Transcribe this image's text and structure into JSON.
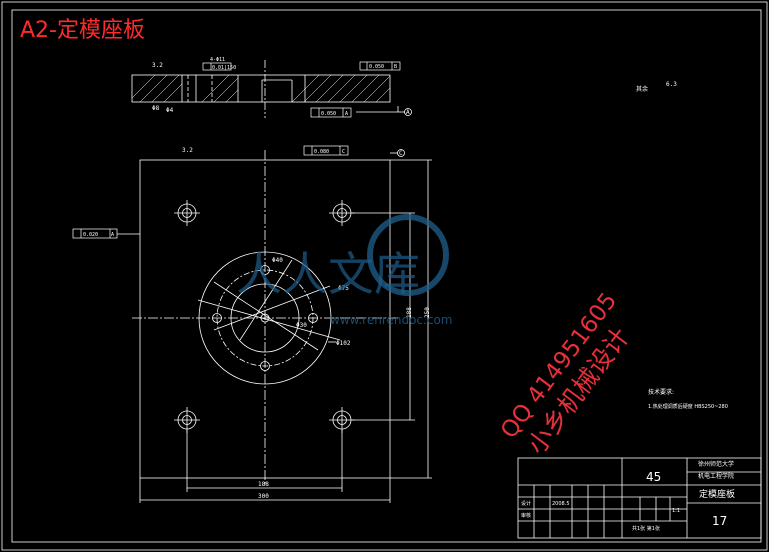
{
  "title": "A2-定模座板",
  "colors": {
    "background": "#000000",
    "line": "#ffffff",
    "title": "#ff2a2a",
    "watermark": "#1f5f8c"
  },
  "tolerances": {
    "top_flatness": "0.050",
    "top_datum_ref": "B",
    "top_callout": "0.01|150",
    "top_runout": "0.050",
    "top_runout_datum": "A",
    "main_parallel": "0.080",
    "main_parallel_datum": "C",
    "side_parallel": "0.020",
    "side_parallel_datum": "A"
  },
  "datums": {
    "a": "A",
    "c": "C"
  },
  "roughness": {
    "top": "3.2",
    "overall": "6.3",
    "note_label": "其余"
  },
  "dims": {
    "d_top_left": "Φ8",
    "d_top_small": "Φ4",
    "d_ring_outer": "Φ102",
    "d_ring_mid": "Φ75",
    "d_hole_pitch": "Φ40",
    "d_locating": "Φ30",
    "width_holes": "188",
    "width_total": "300",
    "height_holes": "188",
    "height_total": "250",
    "hole_label": "4-Φ11"
  },
  "notes": {
    "heading": "技术要求:",
    "line1": "1.热处理调质后硬度 HBS250~280"
  },
  "watermark": {
    "qq": "QQ 414951605",
    "cn": "小乡机械设计",
    "brand": "人人文库",
    "url": "www.renrendoc.com"
  },
  "title_block": {
    "material": "45",
    "school": "徐州师范大学",
    "dept": "机电工程学院",
    "part_name": "定模座板",
    "drawing_no": "17",
    "scale": "1:1",
    "sheet": "共1张 第1张",
    "designer": "设计",
    "checker": "审核",
    "date": "2008.5"
  }
}
